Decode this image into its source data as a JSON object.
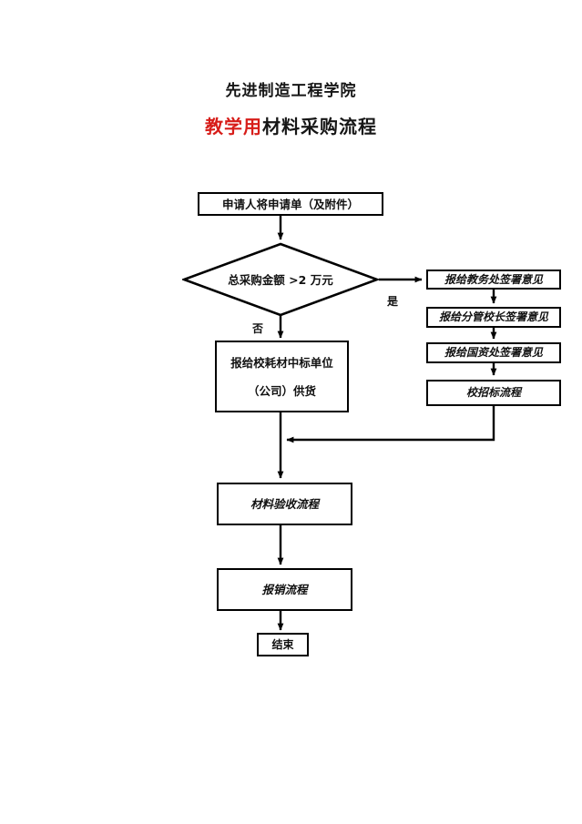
{
  "title": {
    "line1": "先进制造工程学院",
    "line2_accent": "教学用",
    "line2_rest": "材料采购流程",
    "accent_color": "#d71d19"
  },
  "flow": {
    "start": {
      "label": "申请人将申请单（及附件）"
    },
    "decision": {
      "line1": "总采购金额",
      "line2": ">2 万元",
      "yes_label": "是",
      "no_label": "否"
    },
    "no_branch": {
      "line1": "报给校耗材中标单位",
      "line2": "（公司）供货"
    },
    "yes_branch": [
      {
        "label": "报给教务处签署意见",
        "italic_part": "教务处"
      },
      {
        "label": "报给分管校长签署意见",
        "italic_part": "分管校长"
      },
      {
        "label": "报给国资处签署意见",
        "italic_part": "国资处"
      },
      {
        "label": "校招标流程",
        "italic": true
      }
    ],
    "merge": [
      {
        "label": "材料验收流程",
        "italic": true
      },
      {
        "label": "报销流程",
        "italic": true
      }
    ],
    "end": {
      "label": "结束"
    }
  }
}
